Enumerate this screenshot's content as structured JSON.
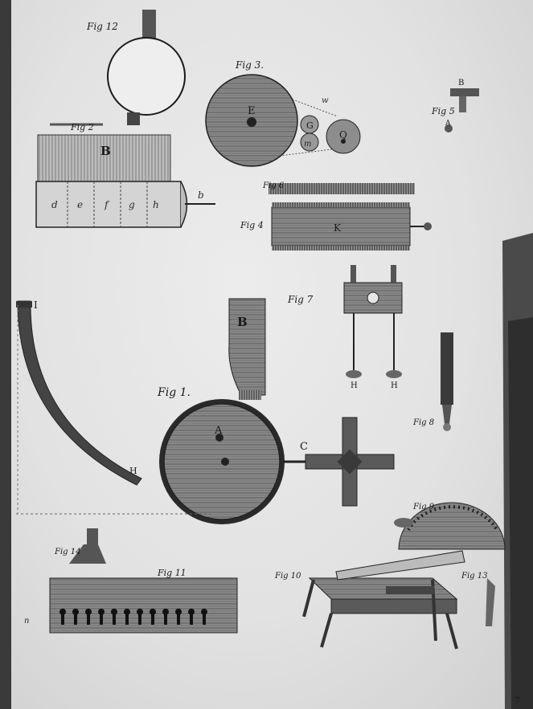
{
  "colors": {
    "paper": "#e6e6e6",
    "ink": "#1a1a1a",
    "wood": "#7a7a7a",
    "spine": "#2a2a2a"
  },
  "figures": {
    "fig1": {
      "caption": "Fig 1.",
      "labels": {
        "A": "A",
        "B": "B",
        "C": "C",
        "H": "H",
        "I": "I"
      }
    },
    "fig2": {
      "caption": "Fig 2"
    },
    "fig3": {
      "caption": "Fig 3.",
      "labels": {
        "E": "E",
        "G": "G",
        "Q": "Q",
        "m": "m",
        "w": "w"
      }
    },
    "fig4": {
      "caption": "Fig 4",
      "labels": {
        "K": "K"
      }
    },
    "fig5": {
      "caption": "Fig 5",
      "labels": {
        "A": "A",
        "B": "B"
      }
    },
    "fig6": {
      "caption": "Fig 6"
    },
    "fig7": {
      "caption": "Fig 7",
      "labels": {
        "H1": "H",
        "H2": "H"
      }
    },
    "fig8": {
      "caption": "Fig 8"
    },
    "fig9": {
      "caption": "Fig 9"
    },
    "fig10": {
      "caption": "Fig 10"
    },
    "fig11": {
      "caption": "Fig 11"
    },
    "fig12": {
      "caption": "Fig 12"
    },
    "fig13": {
      "caption": "Fig 13"
    },
    "fig14": {
      "caption": "Fig 14"
    }
  },
  "cylinder": {
    "top": "B",
    "letters": [
      "d",
      "e",
      "f",
      "g",
      "h"
    ],
    "axle": "b"
  },
  "misc": {
    "margin_mark": "n",
    "corner_mark": "7"
  }
}
